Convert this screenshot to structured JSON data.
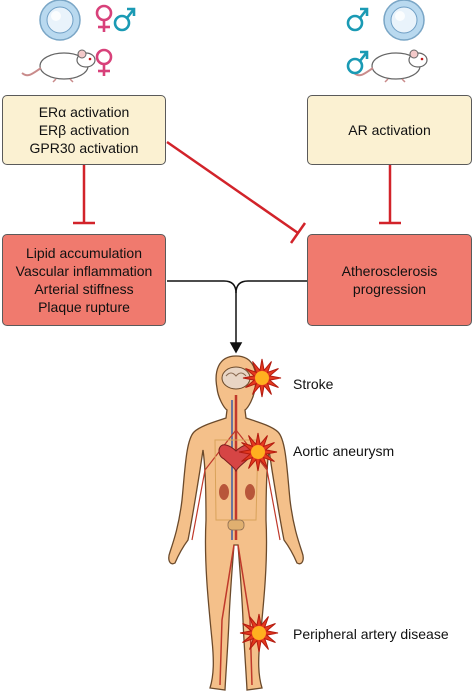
{
  "top_left_symbols": {
    "row1": "♀♂",
    "row2": "♀"
  },
  "top_right_symbols": {
    "row1": "♂",
    "row2": "♂"
  },
  "box_estrogen": {
    "lines": [
      "ERα activation",
      "ERβ activation",
      "GPR30 activation"
    ]
  },
  "box_androgen": {
    "lines": [
      "AR activation"
    ]
  },
  "box_effects": {
    "lines": [
      "Lipid accumulation",
      "Vascular inflammation",
      "Arterial stiffness",
      "Plaque rupture"
    ]
  },
  "box_athero": {
    "lines": [
      "Atherosclerosis",
      "progression"
    ]
  },
  "outcomes": {
    "stroke": "Stroke",
    "aneurysm": "Aortic aneurysm",
    "pad": "Peripheral artery disease"
  },
  "colors": {
    "female": "#d8417a",
    "male": "#1a9ab4",
    "inhibit": "#d2232a",
    "box_yellow": "#fbf1d2",
    "box_red": "#f07a6e",
    "skin": "#f4c08a"
  }
}
